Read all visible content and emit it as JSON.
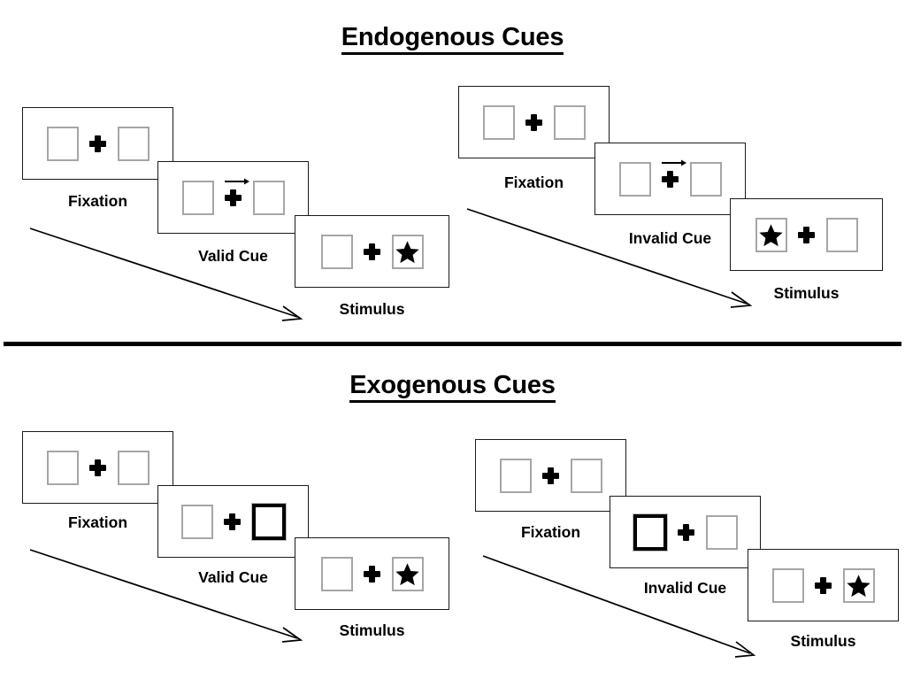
{
  "sections": [
    {
      "id": "endogenous",
      "title": "Endogenous Cues",
      "groups": [
        {
          "id": "endogenous-valid",
          "panels": [
            {
              "caption": "Fixation",
              "cue": "none",
              "left_content": "empty",
              "right_content": "empty"
            },
            {
              "caption": "Valid Cue",
              "cue": "arrow-right",
              "left_content": "empty",
              "right_content": "empty"
            },
            {
              "caption": "Stimulus",
              "cue": "none",
              "left_content": "empty",
              "right_content": "star"
            }
          ]
        },
        {
          "id": "endogenous-invalid",
          "panels": [
            {
              "caption": "Fixation",
              "cue": "none",
              "left_content": "empty",
              "right_content": "empty"
            },
            {
              "caption": "Invalid Cue",
              "cue": "arrow-right",
              "left_content": "empty",
              "right_content": "empty"
            },
            {
              "caption": "Stimulus",
              "cue": "none",
              "left_content": "star",
              "right_content": "empty"
            }
          ]
        }
      ]
    },
    {
      "id": "exogenous",
      "title": "Exogenous Cues",
      "groups": [
        {
          "id": "exogenous-valid",
          "panels": [
            {
              "caption": "Fixation",
              "cue": "none",
              "left_content": "empty",
              "right_content": "empty"
            },
            {
              "caption": "Valid Cue",
              "cue": "highlight-right",
              "left_content": "empty",
              "right_content": "empty"
            },
            {
              "caption": "Stimulus",
              "cue": "none",
              "left_content": "empty",
              "right_content": "star"
            }
          ]
        },
        {
          "id": "exogenous-invalid",
          "panels": [
            {
              "caption": "Fixation",
              "cue": "none",
              "left_content": "empty",
              "right_content": "empty"
            },
            {
              "caption": "Invalid Cue",
              "cue": "highlight-left",
              "left_content": "empty",
              "right_content": "empty"
            },
            {
              "caption": "Stimulus",
              "cue": "none",
              "left_content": "empty",
              "right_content": "star"
            }
          ]
        }
      ]
    }
  ],
  "icons": {
    "star": "star-icon",
    "fixation_cross": "fixation-cross-icon",
    "cue_arrow": "arrow-right-icon",
    "flow_arrow": "time-flow-arrow-icon"
  },
  "colors": {
    "frame_border": "#1a1a1a",
    "box_border": "#a6a6a6",
    "cued_box_border": "#000000",
    "ink": "#000000",
    "background": "#ffffff"
  }
}
